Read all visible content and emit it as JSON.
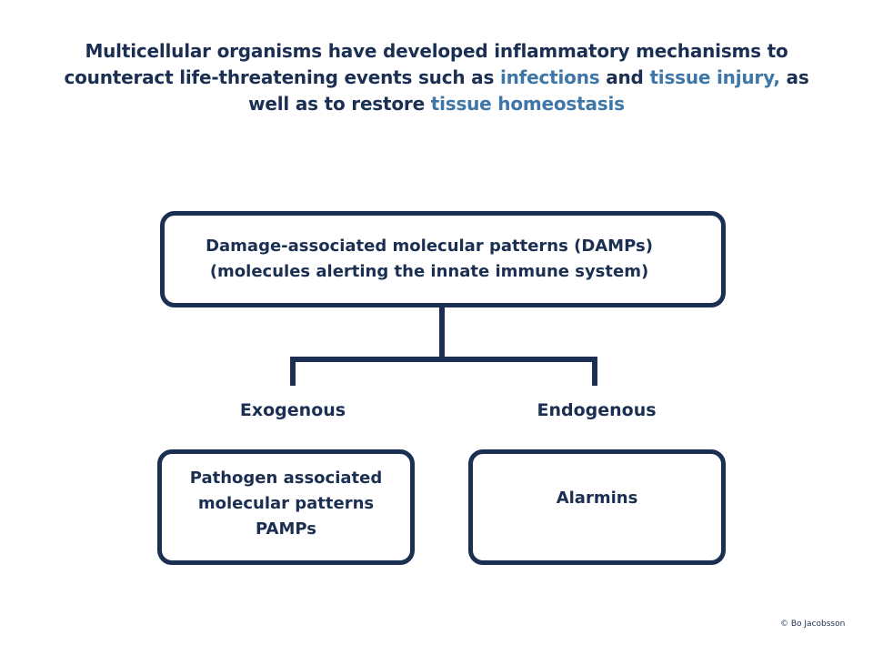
{
  "title": {
    "part1": "Multicellular organisms have developed inflammatory mechanisms to counteract life-threatening events such as ",
    "infections": "infections",
    "and": " and ",
    "tissue_injury": "tissue injury,",
    "part2": " as well as to restore ",
    "tissue_homeostasis": "tissue homeostasis"
  },
  "top_box": {
    "line1": "Damage-associated molecular patterns (DAMPs)",
    "line2": "(molecules alerting the innate immune system)"
  },
  "branches": {
    "left_label": "Exogenous",
    "right_label": "Endogenous"
  },
  "left_box": {
    "line1": "Pathogen associated",
    "line2": "molecular patterns",
    "line3": "PAMPs"
  },
  "right_box": {
    "label": "Alarmins"
  },
  "copyright": "© Bo Jacobsson",
  "colors": {
    "navy": "#1b2f52",
    "highlight_blue": "#3f76a8"
  }
}
